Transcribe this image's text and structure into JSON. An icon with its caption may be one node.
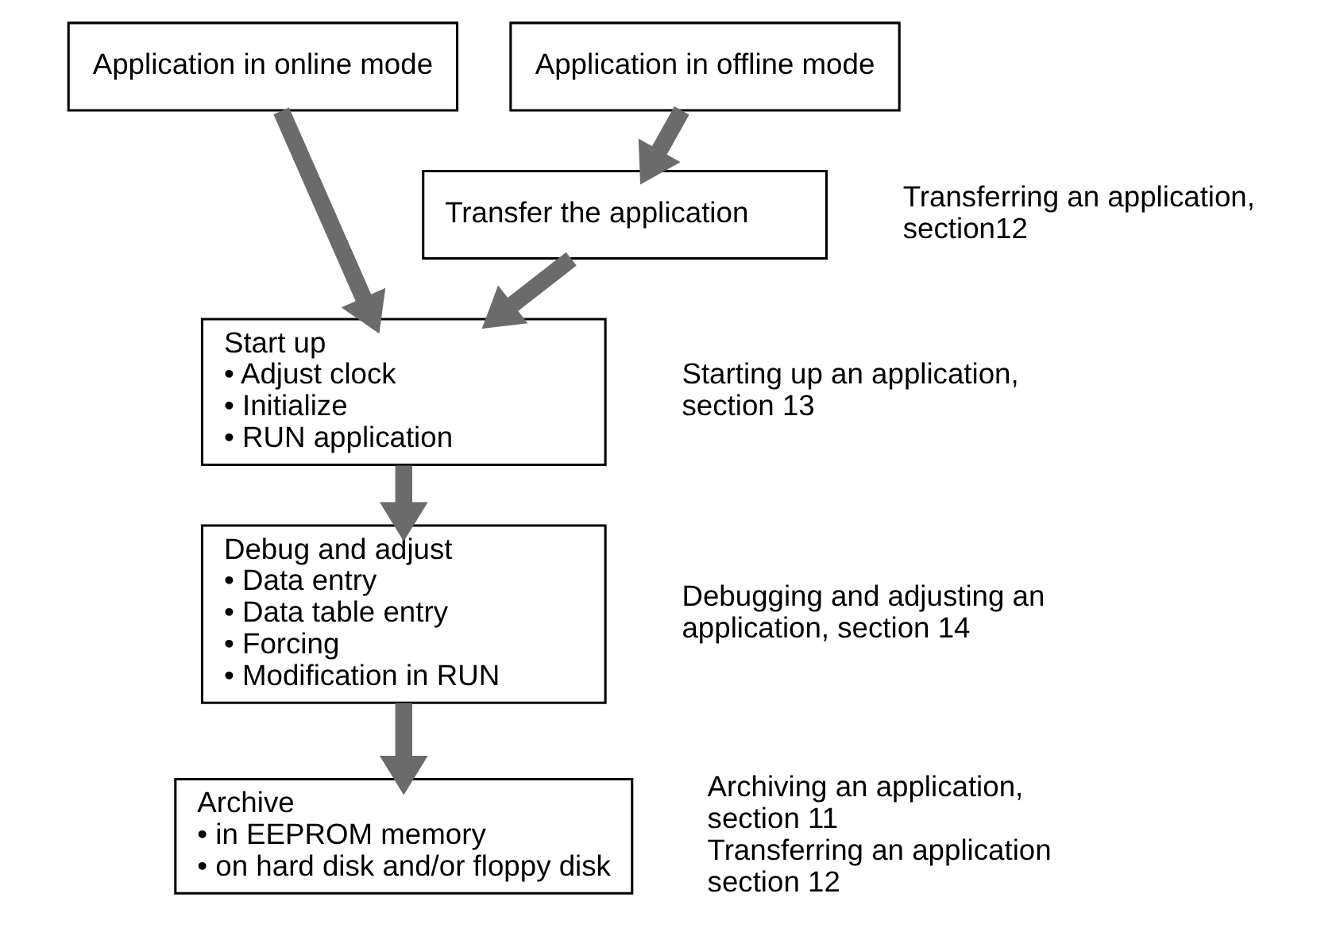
{
  "diagram": {
    "nodes": [
      {
        "text": [
          "Application in online mode"
        ]
      },
      {
        "text": [
          "Application in offline mode"
        ]
      },
      {
        "text": [
          "Transfer the application"
        ],
        "beside": [
          "Transferring an application, section12"
        ]
      },
      {
        "text": [
          "Start up",
          "• Adjust clock",
          "• Initialize",
          "• RUN application"
        ],
        "beside": [
          "Starting up an application, section 13"
        ]
      },
      {
        "text": [
          "Debug and adjust",
          "• Data entry",
          "• Data table entry",
          "• Forcing",
          "• Modification in RUN"
        ],
        "beside": [
          "Debugging and adjusting an application, section 14"
        ]
      },
      {
        "text": [
          "Archive",
          "• in EEPROM memory",
          "• on hard disk and/or floppy disk"
        ],
        "beside": [
          "Archiving an application, section 11",
          "Transferring an application section 12"
        ]
      }
    ],
    "edges": [
      {
        "from": 1,
        "to": 2,
        "arrow": "to"
      },
      {
        "from": 0,
        "to": 3,
        "arrow": "to"
      },
      {
        "from": 2,
        "to": 3,
        "arrow": "to"
      },
      {
        "from": 3,
        "to": 4,
        "arrow": "to"
      },
      {
        "from": 4,
        "to": 5,
        "arrow": "to"
      }
    ]
  }
}
